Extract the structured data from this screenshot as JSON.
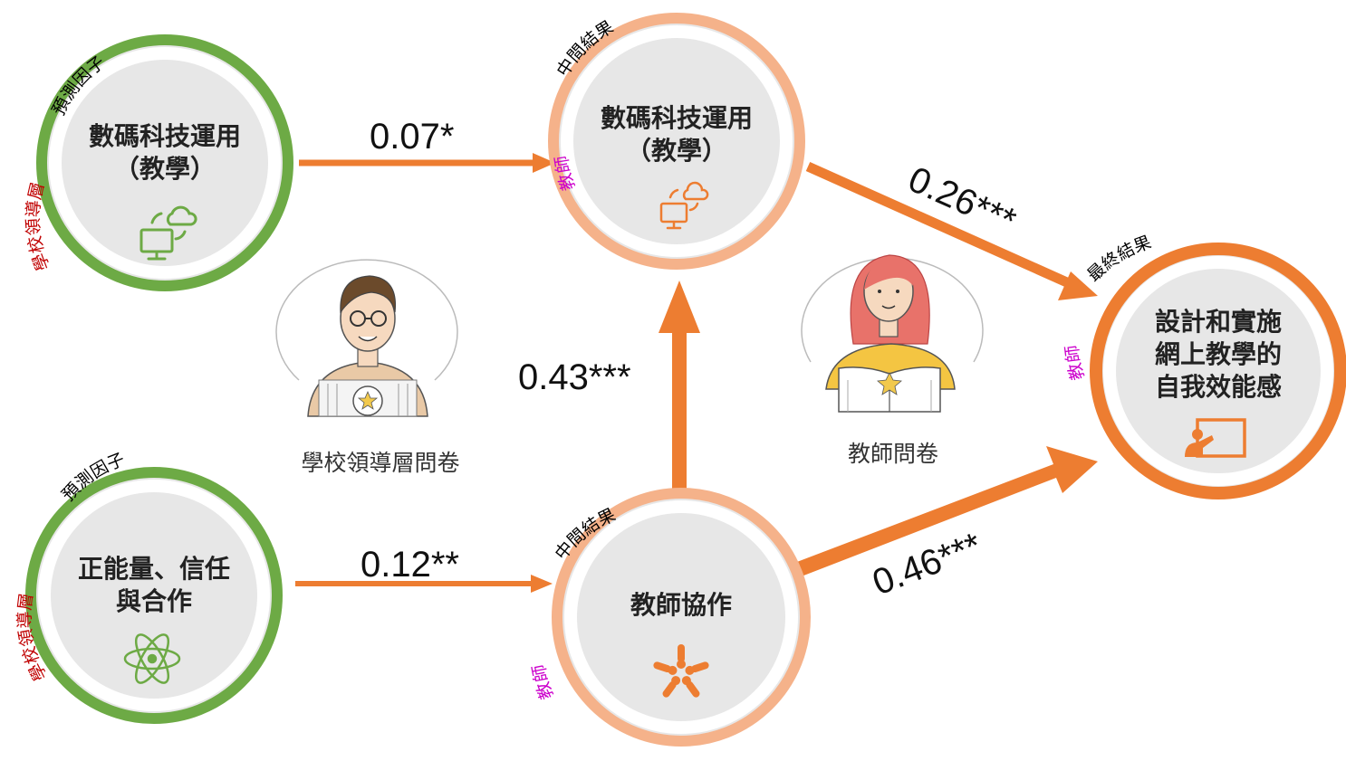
{
  "colors": {
    "green": "#6DAA45",
    "peach": "#F5B28A",
    "orange": "#ED7D31",
    "inner": "#E7E7E7",
    "tag_black": "#000000",
    "tag_red": "#C00000",
    "tag_purple": "#CC00CC"
  },
  "nodes": {
    "predictor_digital": {
      "line1": "數碼科技運用",
      "line2": "（教學）",
      "top_tag": "預測因子",
      "side_tag": "學校領導層",
      "icon": "computer-cloud-icon"
    },
    "predictor_positive": {
      "line1": "正能量、信任",
      "line2": "與合作",
      "top_tag": "預測因子",
      "side_tag": "學校領導層",
      "icon": "atom-icon"
    },
    "mediator_digital": {
      "line1": "數碼科技運用",
      "line2": "（教學）",
      "top_tag": "中間結果",
      "side_tag": "教師",
      "icon": "computer-cloud-icon"
    },
    "mediator_collab": {
      "line1": "教師協作",
      "top_tag": "中間結果",
      "side_tag": "教師",
      "icon": "hands-teamwork-icon"
    },
    "outcome": {
      "line1": "設計和實施",
      "line2": "網上教學的",
      "line3": "自我效能感",
      "top_tag": "最終結果",
      "side_tag": "教師",
      "icon": "teacher-board-icon"
    }
  },
  "paths": {
    "digital_to_mediator": "0.07*",
    "positive_to_collab": "0.12**",
    "collab_to_digital": "0.43***",
    "mediator_to_outcome": "0.26***",
    "collab_to_outcome": "0.46***"
  },
  "captions": {
    "leadership_survey": "學校領導層問卷",
    "teacher_survey": "教師問卷"
  }
}
